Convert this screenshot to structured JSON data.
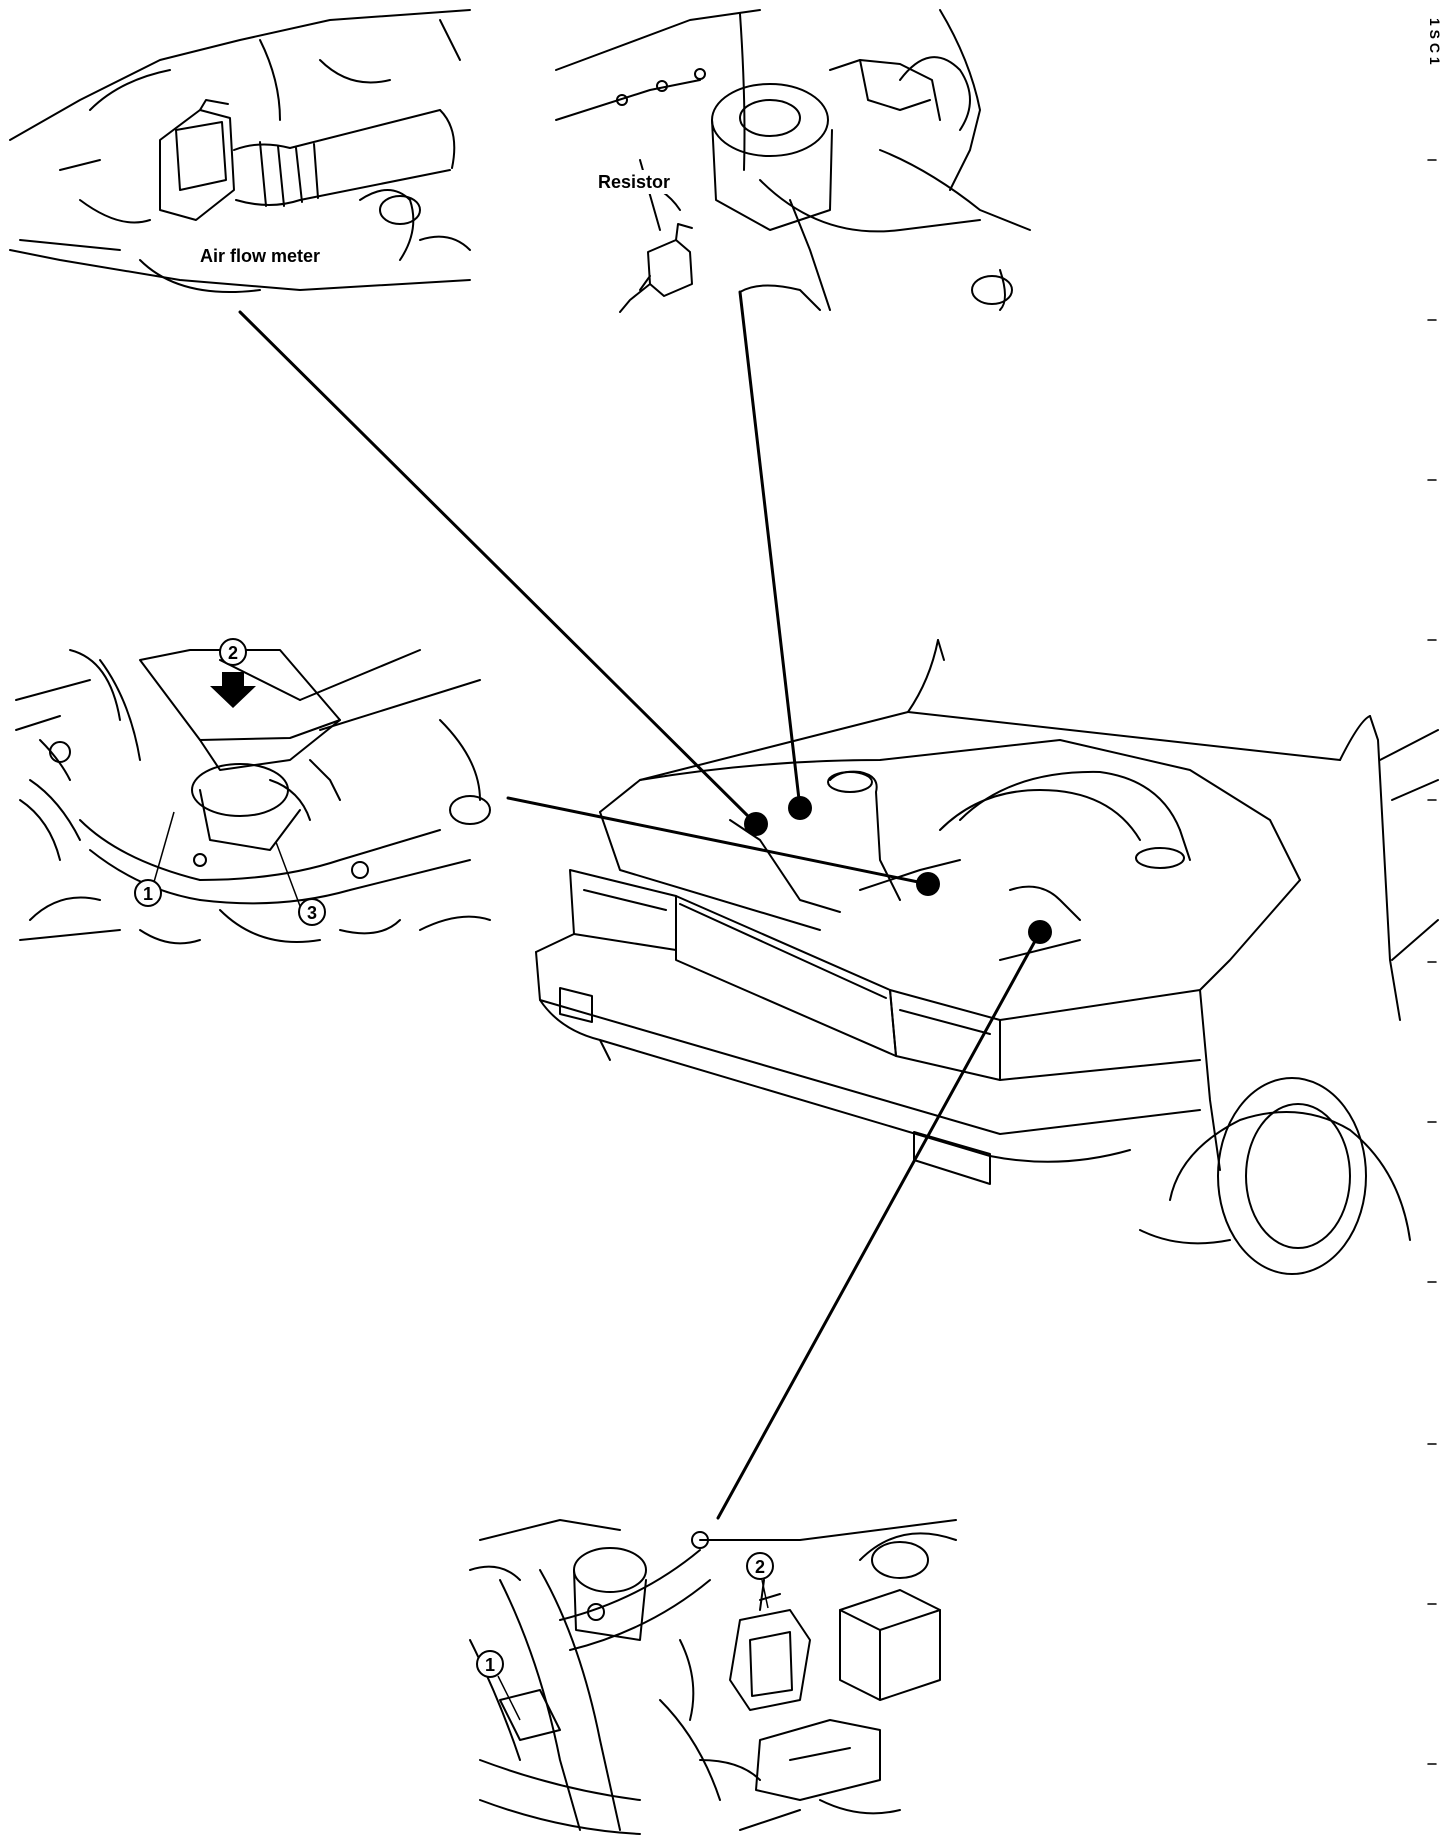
{
  "labels": {
    "air_flow_meter": "Air flow meter",
    "resistor": "Resistor"
  },
  "callouts": {
    "throttle_1": "1",
    "throttle_2": "2",
    "throttle_3": "3",
    "bottom_1": "1",
    "bottom_2": "2"
  },
  "margin_text": {
    "top_glyphs": "1 S C 1"
  },
  "icons": {
    "arrow": "down-arrow-icon",
    "location_marker": "filled-circle-marker"
  }
}
